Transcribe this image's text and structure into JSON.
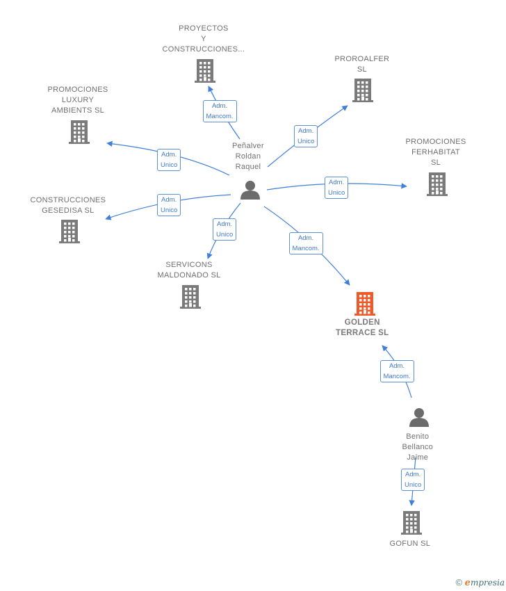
{
  "colors": {
    "company": "#7a7a7a",
    "target_company": "#f05a28",
    "person": "#6b6b6b",
    "edge": "#3f7fd6"
  },
  "nodes": [
    {
      "id": "penalver",
      "kind": "person",
      "label": "Peñalver\nRoldan\nRaquel"
    },
    {
      "id": "benito",
      "kind": "person",
      "label": "Benito\nBellanco\nJaime"
    },
    {
      "id": "proyectos",
      "kind": "company",
      "label": "PROYECTOS\nY\nCONSTRUCCIONES..."
    },
    {
      "id": "proroalfer",
      "kind": "company",
      "label": "PROROALFER\nSL"
    },
    {
      "id": "luxury",
      "kind": "company",
      "label": "PROMOCIONES\nLUXURY\nAMBIENTS  SL"
    },
    {
      "id": "ferhabitat",
      "kind": "company",
      "label": "PROMOCIONES\nFERHABITAT\nSL"
    },
    {
      "id": "gesedisa",
      "kind": "company",
      "label": "CONSTRUCCIONES\nGESEDISA  SL"
    },
    {
      "id": "servicons",
      "kind": "company",
      "label": "SERVICONS\nMALDONADO SL"
    },
    {
      "id": "golden",
      "kind": "company",
      "highlight": true,
      "label": "GOLDEN\nTERRACE  SL"
    },
    {
      "id": "gofun",
      "kind": "company",
      "label": "GOFUN  SL"
    }
  ],
  "edges": [
    {
      "from": "penalver",
      "to": "proyectos",
      "role": "Adm.\nMancom."
    },
    {
      "from": "penalver",
      "to": "proroalfer",
      "role": "Adm.\nUnico"
    },
    {
      "from": "penalver",
      "to": "luxury",
      "role": "Adm.\nUnico"
    },
    {
      "from": "penalver",
      "to": "ferhabitat",
      "role": "Adm.\nUnico"
    },
    {
      "from": "penalver",
      "to": "gesedisa",
      "role": "Adm.\nUnico"
    },
    {
      "from": "penalver",
      "to": "servicons",
      "role": "Adm.\nUnico"
    },
    {
      "from": "penalver",
      "to": "golden",
      "role": "Adm.\nMancom."
    },
    {
      "from": "benito",
      "to": "golden",
      "role": "Adm.\nMancom."
    },
    {
      "from": "benito",
      "to": "gofun",
      "role": "Adm.\nUnico"
    }
  ],
  "footer": {
    "copyright": "©",
    "brand_initial": "e",
    "brand_rest": "mpresia"
  }
}
